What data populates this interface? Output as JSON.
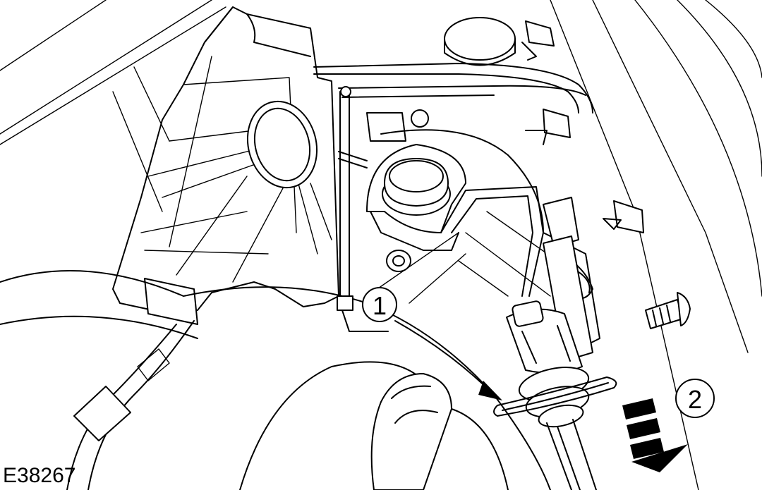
{
  "figure": {
    "reference_code": "E38267",
    "callouts": [
      {
        "id": "callout-1",
        "label": "1"
      },
      {
        "id": "callout-2",
        "label": "2"
      }
    ],
    "line_color": "#000000",
    "background_color": "#ffffff"
  }
}
